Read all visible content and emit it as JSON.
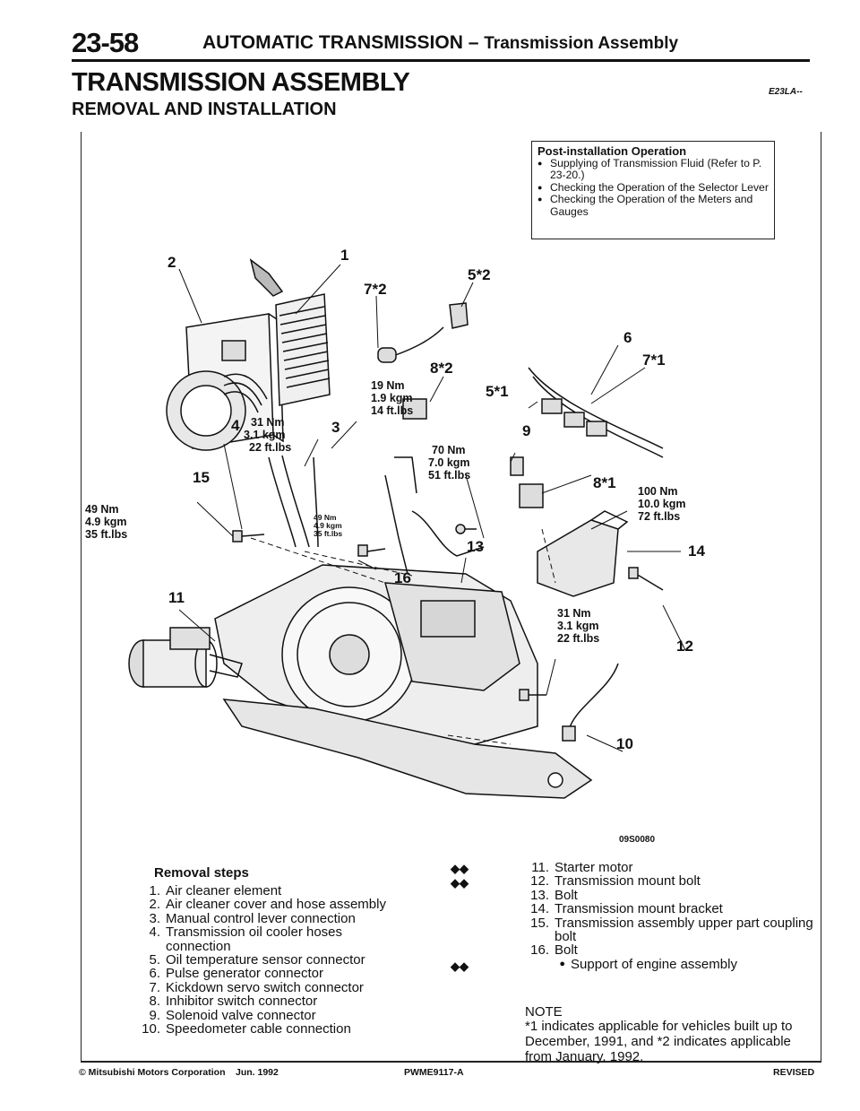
{
  "header": {
    "page_number": "23-58",
    "chapter": "AUTOMATIC TRANSMISSION",
    "separator": " – ",
    "section": "Transmission Assembly"
  },
  "title": {
    "main": "TRANSMISSION ASSEMBLY",
    "sub": "REMOVAL AND INSTALLATION",
    "code": "E23LA--"
  },
  "post_installation": {
    "title": "Post-installation Operation",
    "items": [
      "Supplying of Transmission Fluid (Refer to P. 23-20.)",
      "Checking the Operation of the Selector Lever",
      "Checking the Operation of the Meters and Gauges"
    ]
  },
  "diagram": {
    "figure_code": "09S0080",
    "callouts": [
      "1",
      "2",
      "3",
      "4",
      "6",
      "9",
      "10",
      "11",
      "12",
      "13",
      "14",
      "15",
      "16"
    ],
    "starred": [
      "7*2",
      "5*2",
      "8*2",
      "5*1",
      "7*1",
      "8*1"
    ],
    "torque_specs": [
      [
        "19 Nm",
        "1.9 kgm",
        "14 ft.lbs"
      ],
      [
        "31 Nm",
        "3.1 kgm",
        "22 ft.lbs"
      ],
      [
        "70 Nm",
        "7.0 kgm",
        "51 ft.lbs"
      ],
      [
        "100 Nm",
        "10.0 kgm",
        "72 ft.lbs"
      ],
      [
        "49 Nm",
        "4.9 kgm",
        "35 ft.lbs"
      ],
      [
        "49 Nm",
        "4.9 kgm",
        "35 ft.lbs"
      ],
      [
        "31 Nm",
        "3.1 kgm",
        "22 ft.lbs"
      ]
    ]
  },
  "removal_steps": {
    "title": "Removal steps",
    "left": [
      {
        "n": "1.",
        "text": "Air cleaner element"
      },
      {
        "n": "2.",
        "text": "Air cleaner cover and hose assembly"
      },
      {
        "n": "3.",
        "text": "Manual control lever connection"
      },
      {
        "n": "4.",
        "text": "Transmission oil cooler hoses connection"
      },
      {
        "n": "5.",
        "text": "Oil temperature sensor connector"
      },
      {
        "n": "6.",
        "text": "Pulse generator connector"
      },
      {
        "n": "7.",
        "text": "Kickdown servo switch connector"
      },
      {
        "n": "8.",
        "text": "Inhibitor switch connector"
      },
      {
        "n": "9.",
        "text": "Solenoid valve connector"
      },
      {
        "n": "10.",
        "text": "Speedometer cable connection"
      }
    ],
    "right": [
      {
        "n": "11.",
        "text": "Starter motor"
      },
      {
        "n": "12.",
        "text": "Transmission mount bolt"
      },
      {
        "n": "13.",
        "text": "Bolt"
      },
      {
        "n": "14.",
        "text": "Transmission mount bracket"
      },
      {
        "n": "15.",
        "text": "Transmission assembly upper part coupling bolt"
      },
      {
        "n": "16.",
        "text": "Bolt"
      },
      {
        "n": "●",
        "text": "Support of engine assembly"
      }
    ],
    "mark_symbol": "◆◆"
  },
  "note": {
    "title": "NOTE",
    "text": "*1 indicates applicable for vehicles built up to December, 1991, and *2 indicates applicable from January, 1992."
  },
  "footer": {
    "copyright": "© Mitsubishi Motors Corporation",
    "date": "Jun. 1992",
    "code": "PWME9117-A",
    "status": "REVISED"
  }
}
